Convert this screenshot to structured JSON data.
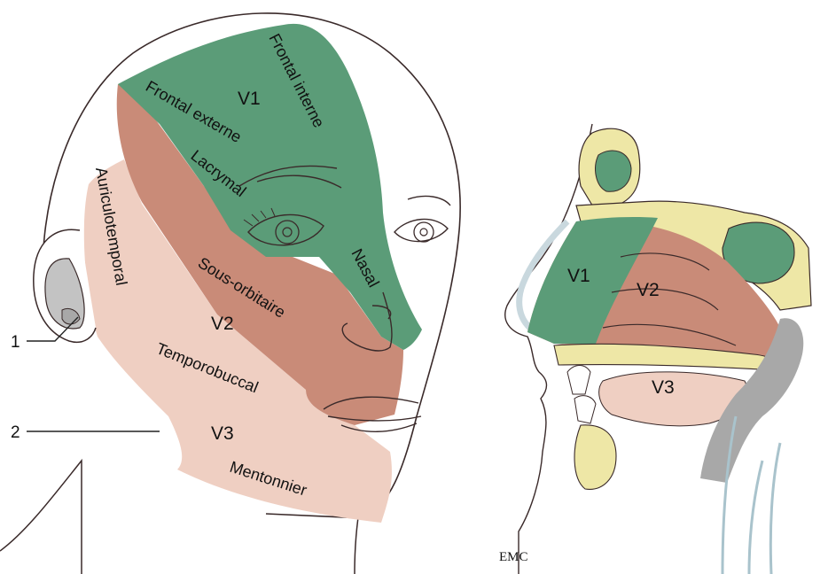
{
  "colors": {
    "v1_green": "#5b9c78",
    "v2_salmon": "#c98b78",
    "v3_pink": "#efcfc2",
    "bone_yellow": "#eee7a6",
    "gray": "#a8a8a8",
    "outline": "#3a2a2a"
  },
  "face": {
    "v1": "V1",
    "v2": "V2",
    "v3": "V3",
    "frontal_interne": "Frontal interne",
    "frontal_externe": "Frontal externe",
    "lacrymal": "Lacrymal",
    "nasal": "Nasal",
    "auriculotemporal": "Auriculotemporal",
    "sous_orbitaire": "Sous-orbitaire",
    "temporobuccal": "Temporobuccal",
    "mentonnier": "Mentonnier",
    "callout_1": "1",
    "callout_2": "2"
  },
  "sagittal": {
    "v1": "V1",
    "v2": "V2",
    "v3": "V3"
  },
  "credit": "EMC"
}
